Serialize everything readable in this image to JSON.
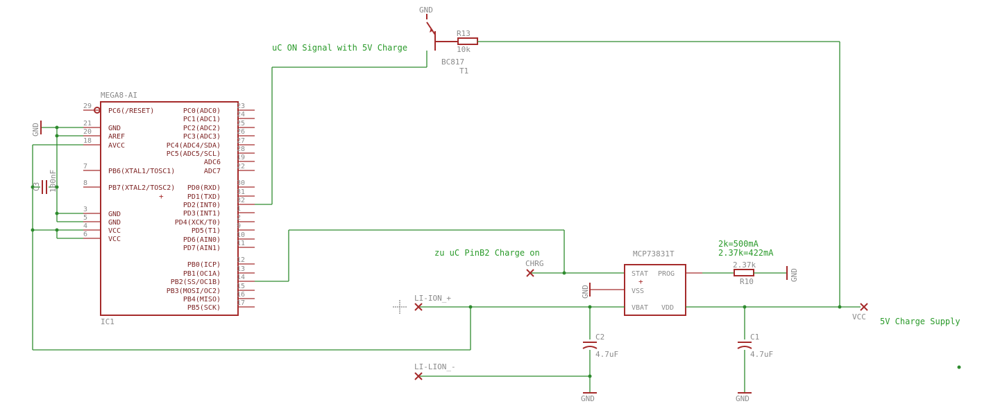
{
  "ic1": {
    "part": "MEGA8-AI",
    "ref": "IC1",
    "left_pins": [
      {
        "num": "29",
        "name": "PC6(/RESET)"
      },
      {
        "num": "21",
        "name": "GND"
      },
      {
        "num": "20",
        "name": "AREF"
      },
      {
        "num": "18",
        "name": "AVCC"
      },
      {
        "num": "7",
        "name": "PB6(XTAL1/TOSC1)"
      },
      {
        "num": "8",
        "name": "PB7(XTAL2/TOSC2)"
      },
      {
        "num": "3",
        "name": "GND"
      },
      {
        "num": "5",
        "name": "GND"
      },
      {
        "num": "4",
        "name": "VCC"
      },
      {
        "num": "6",
        "name": "VCC"
      }
    ],
    "right_pins": [
      {
        "num": "23",
        "name": "PC0(ADC0)"
      },
      {
        "num": "24",
        "name": "PC1(ADC1)"
      },
      {
        "num": "25",
        "name": "PC2(ADC2)"
      },
      {
        "num": "26",
        "name": "PC3(ADC3)"
      },
      {
        "num": "27",
        "name": "PC4(ADC4/SDA)"
      },
      {
        "num": "28",
        "name": "PC5(ADC5/SCL)"
      },
      {
        "num": "19",
        "name": "ADC6"
      },
      {
        "num": "22",
        "name": "ADC7"
      },
      {
        "num": "30",
        "name": "PD0(RXD)"
      },
      {
        "num": "31",
        "name": "PD1(TXD)"
      },
      {
        "num": "32",
        "name": "PD2(INT0)"
      },
      {
        "num": "1",
        "name": "PD3(INT1)"
      },
      {
        "num": "2",
        "name": "PD4(XCK/T0)"
      },
      {
        "num": "9",
        "name": "PD5(T1)"
      },
      {
        "num": "10",
        "name": "PD6(AIN0)"
      },
      {
        "num": "11",
        "name": "PD7(AIN1)"
      },
      {
        "num": "12",
        "name": "PB0(ICP)"
      },
      {
        "num": "13",
        "name": "PB1(OC1A)"
      },
      {
        "num": "14",
        "name": "PB2(SS/OC1B)"
      },
      {
        "num": "15",
        "name": "PB3(MOSI/OC2)"
      },
      {
        "num": "16",
        "name": "PB4(MISO)"
      },
      {
        "num": "17",
        "name": "PB5(SCK)"
      }
    ]
  },
  "c3": {
    "ref": "C3",
    "value": "100nF"
  },
  "gnd_label": "GND",
  "t1": {
    "part": "BC817",
    "ref": "T1"
  },
  "r13": {
    "ref": "R13",
    "value": "10k"
  },
  "r10": {
    "ref": "R10",
    "value": "2.37k"
  },
  "c2": {
    "ref": "C2",
    "value": "4.7uF"
  },
  "c1": {
    "ref": "C1",
    "value": "4.7uF"
  },
  "u_charger": {
    "part": "MCP73831T",
    "pins": {
      "stat": "STAT",
      "prog": "PROG",
      "vss": "VSS",
      "vbat": "VBAT",
      "vdd": "VDD"
    }
  },
  "nets": {
    "chrg": "CHRG",
    "li_ion_plus": "LI-ION_+",
    "li_lion_minus": "LI-LION_-",
    "vcc": "VCC"
  },
  "notes": {
    "uc_on_signal": "uC ON Signal with 5V Charge",
    "zu_uc": "zu uC PinB2 Charge on",
    "prog_1": "2k=500mA",
    "prog_2": "2.37k=422mA",
    "charge_supply": "5V Charge Supply"
  },
  "colors": {
    "symbol": "#a52a2a",
    "wire": "#2e8b2e",
    "text": "#8a8a8a",
    "note": "#2a9a2a"
  }
}
